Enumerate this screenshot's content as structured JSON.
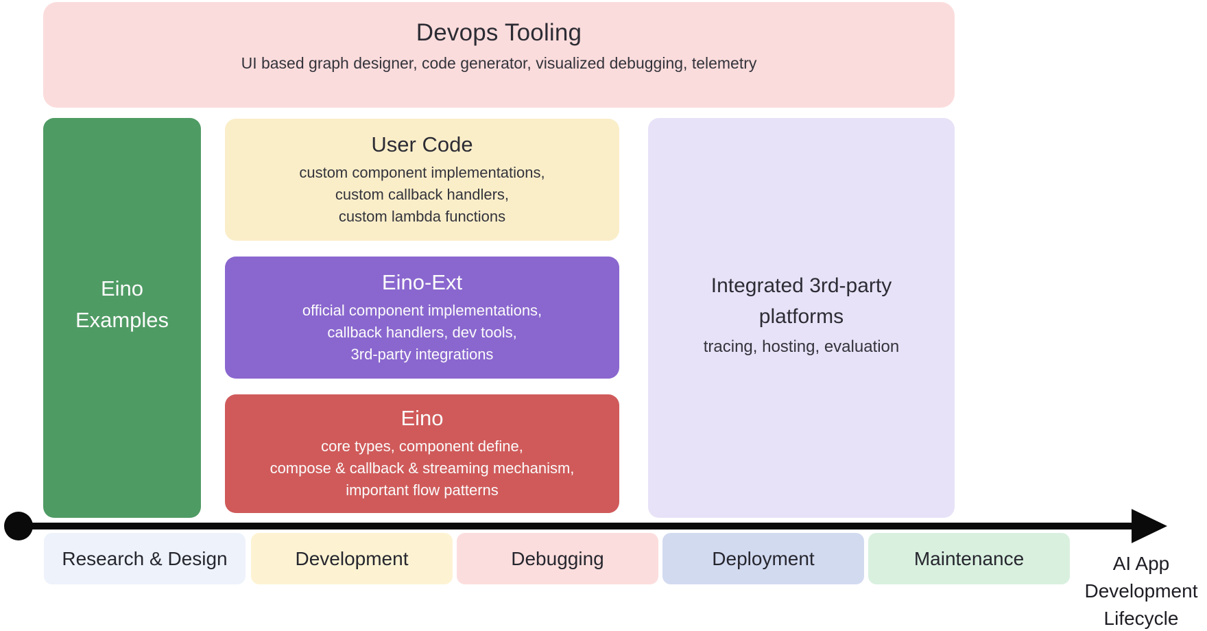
{
  "colors": {
    "devops_bg": "#fbdcdc",
    "examples_bg": "#4f9b64",
    "user_code_bg": "#faeec9",
    "eino_ext_bg": "#8a67cf",
    "eino_core_bg": "#d05a5a",
    "platforms_bg": "#e8e2f8",
    "arrow": "#0a0a0a"
  },
  "boxes": {
    "devops": {
      "title": "Devops Tooling",
      "subtitle": "UI based graph designer, code generator, visualized debugging, telemetry"
    },
    "examples": {
      "title": "Eino\nExamples"
    },
    "user_code": {
      "title": "User Code",
      "body": "custom component implementations,\ncustom callback handlers,\ncustom lambda functions"
    },
    "eino_ext": {
      "title": "Eino-Ext",
      "body": "official component implementations,\ncallback handlers, dev tools,\n3rd-party integrations"
    },
    "eino_core": {
      "title": "Eino",
      "body": "core types, component define,\ncompose & callback & streaming mechanism,\nimportant flow patterns"
    },
    "platforms": {
      "title": "Integrated 3rd-party\nplatforms",
      "body": "tracing, hosting, evaluation"
    }
  },
  "lifecycle": {
    "stages": [
      {
        "label": "Research & Design",
        "bg": "#edf2fb"
      },
      {
        "label": "Development",
        "bg": "#fdf3d3"
      },
      {
        "label": "Debugging",
        "bg": "#fcdddd"
      },
      {
        "label": "Deployment",
        "bg": "#d2daf0"
      },
      {
        "label": "Maintenance",
        "bg": "#d9f0df"
      }
    ],
    "axis_label": "AI App\nDevelopment\nLifecycle"
  }
}
